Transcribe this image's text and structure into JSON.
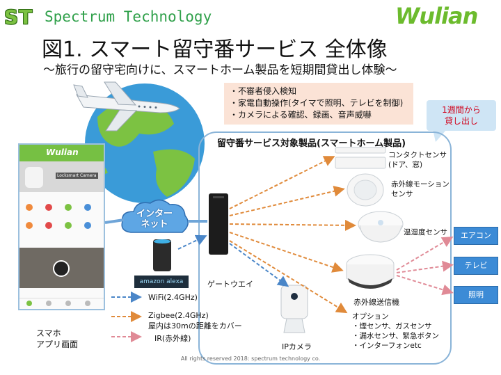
{
  "header": {
    "st_logo": "ST",
    "company": "Spectrum Technology",
    "brand": "Wulian",
    "title": "図1. スマート留守番サービス 全体像",
    "subtitle": "～旅行の留守宅向けに、スマートホーム製品を短期間貸出し体験～"
  },
  "features": [
    "・不審者侵入検知",
    "・家電自動操作(タイマで照明、テレビを制御)",
    "・カメラによる確認、録画、音声威嚇"
  ],
  "callout": {
    "line1": "1週間から",
    "line2": "貸し出し"
  },
  "box_title": "留守番サービス対象製品(スマートホーム製品)",
  "phone": {
    "app_title": "Wulian",
    "camera_label": "Locksmart Camera",
    "caption_line1": "スマホ",
    "caption_line2": "アプリ画面"
  },
  "cloud": {
    "line1": "インター",
    "line2": "ネット"
  },
  "alexa_label": "amazon alexa",
  "gateway_label": "ゲートウエイ",
  "ipcam_label": "IPカメラ",
  "devices": {
    "contact": {
      "line1": "コンタクトセンサ",
      "line2": "(ドア、窓)"
    },
    "motion": {
      "line1": "赤外線モーション",
      "line2": "センサ"
    },
    "temp": {
      "line1": "温湿度センサ"
    },
    "ir": {
      "line1": "赤外線送信機"
    }
  },
  "options": {
    "heading": "オプション",
    "items": [
      "・煙センサ、ガスセンサ",
      "・漏水センサ、緊急ボタン",
      "・インターフォンetc"
    ]
  },
  "side_buttons": [
    "エアコン",
    "テレビ",
    "照明"
  ],
  "legend": {
    "wifi": "WiFi(2.4GHz)",
    "zigbee_line1": "Zigbee(2.4GHz)",
    "zigbee_line2": "屋内は30mの距離をカバー",
    "ir": "IR(赤外線)"
  },
  "footer": "All rights reserved 2018: spectrum technology co.",
  "colors": {
    "wifi_arrow": "#4a86c8",
    "zigbee_arrow": "#e08a3a",
    "ir_arrow": "#e08a96",
    "box_border": "#8ab4d8",
    "button_blue": "#3c8bd6",
    "brand_green": "#6cbb2d"
  }
}
